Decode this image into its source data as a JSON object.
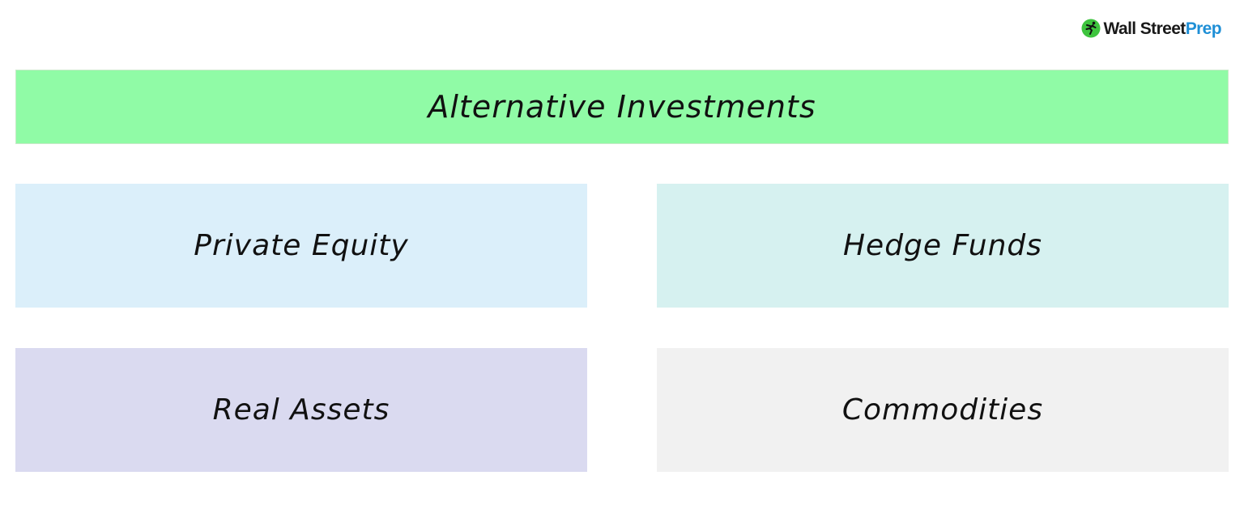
{
  "logo": {
    "word_dark": "Wall Street",
    "word_accent": "Prep",
    "icon": "runner-badge-icon",
    "icon_bg_color": "#3ec43e",
    "accent_color": "#1f8fd6"
  },
  "title": {
    "label": "Alternative Investments",
    "color": "#90fba6"
  },
  "categories": [
    {
      "label": "Private Equity",
      "color": "#dbeffa"
    },
    {
      "label": "Hedge Funds",
      "color": "#d6f1f0"
    },
    {
      "label": "Real Assets",
      "color": "#dadaf0"
    },
    {
      "label": "Commodities",
      "color": "#f1f1f1"
    }
  ]
}
